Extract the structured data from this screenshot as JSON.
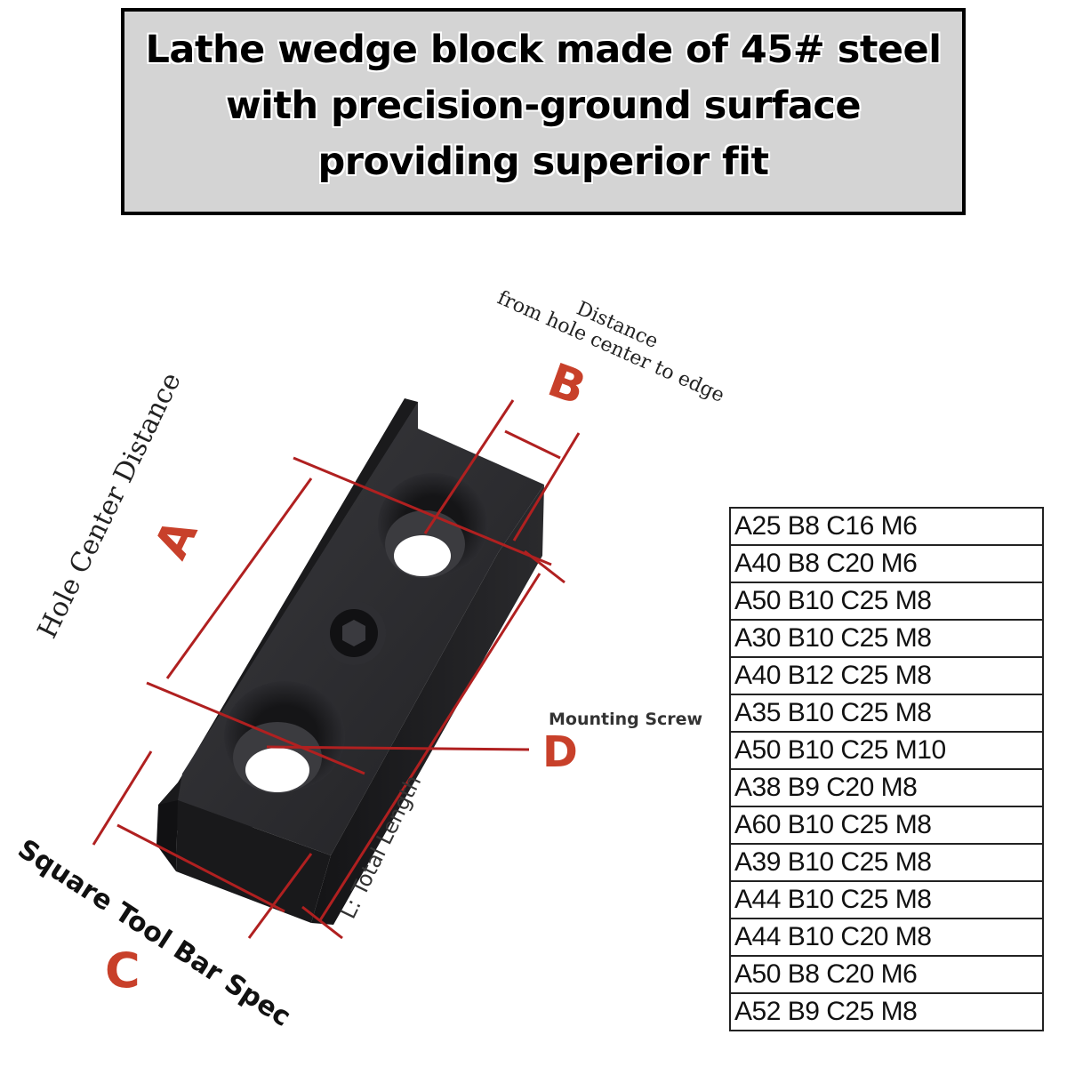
{
  "banner": {
    "line1": "Lathe wedge block made of 45# steel",
    "line2": "with precision-ground surface",
    "line3": "providing superior fit"
  },
  "labels": {
    "a_letter": "A",
    "a_caption": "Hole Center Distance",
    "b_letter": "B",
    "b_caption_line1": "Distance",
    "b_caption_line2": "from hole center to edge",
    "c_letter": "C",
    "c_caption": "Square Tool Bar Spec",
    "d_letter": "D",
    "d_caption": "Mounting Screw",
    "l_caption": "L: Total Length"
  },
  "colors": {
    "accent_red": "#c8402a",
    "line_red": "#b02020",
    "block_dark": "#1e1e20",
    "banner_bg": "#d4d4d4"
  },
  "spec_table": {
    "rows": [
      "A25 B8 C16 M6",
      "A40 B8 C20 M6",
      "A50 B10 C25 M8",
      "A30 B10 C25 M8",
      "A40 B12 C25 M8",
      "A35 B10 C25 M8",
      "A50 B10 C25 M10",
      "A38 B9 C20 M8",
      "A60 B10 C25 M8",
      "A39 B10 C25 M8",
      "A44 B10 C25 M8",
      "A44 B10 C20 M8",
      "A50 B8 C20 M6",
      "A52 B9 C25 M8"
    ]
  }
}
